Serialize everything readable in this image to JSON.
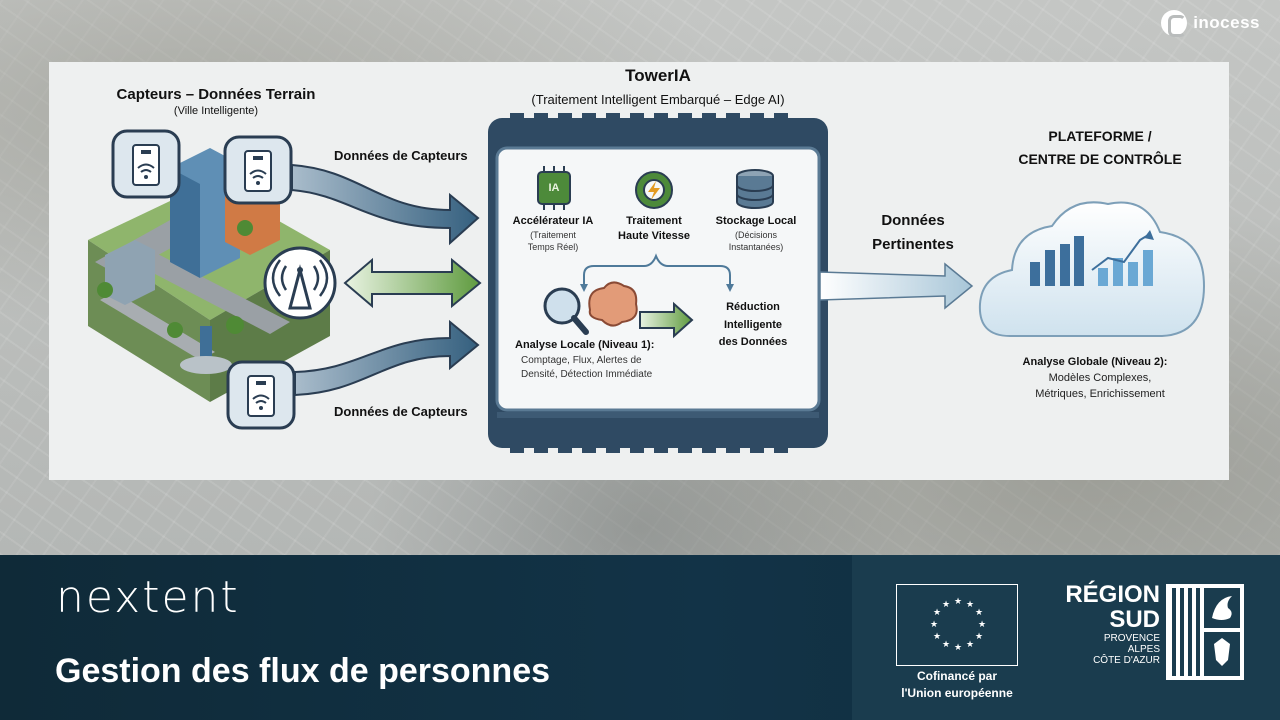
{
  "brand_top": "inocess",
  "diagram": {
    "sensors": {
      "title": "Capteurs – Données Terrain",
      "subtitle": "(Ville Intelligente)",
      "flow_label_top": "Données de Capteurs",
      "flow_label_bottom": "Données de Capteurs"
    },
    "tower": {
      "title": "TowerIA",
      "subtitle": "(Traitement Intelligent Embarqué – Edge AI)",
      "chip_label": "IA",
      "accelerator": {
        "title": "Accélérateur IA",
        "desc_line1": "(Traitement",
        "desc_line2": "Temps Réel)"
      },
      "processing": {
        "title_line1": "Traitement",
        "title_line2": "Haute Vitesse"
      },
      "storage": {
        "title": "Stockage Local",
        "desc_line1": "(Décisions",
        "desc_line2": "Instantanées)"
      },
      "local_analysis": {
        "title": "Analyse Locale (Niveau 1):",
        "desc_line1": "Comptage, Flux, Alertes de",
        "desc_line2": "Densité, Détection Immédiate"
      },
      "reduction": {
        "line1": "Réduction",
        "line2": "Intelligente",
        "line3": "des Données"
      }
    },
    "output_label": {
      "line1": "Données",
      "line2": "Pertinentes"
    },
    "platform": {
      "title_line1": "PLATEFORME /",
      "title_line2": "CENTRE DE CONTRÔLE",
      "analysis_title": "Analyse Globale (Niveau 2):",
      "analysis_line1": "Modèles Complexes,",
      "analysis_line2": "Métriques, Enrichissement"
    }
  },
  "footer": {
    "logo_text": "nextent",
    "title": "Gestion des flux de personnes",
    "eu_caption_line1": "Cofinancé par",
    "eu_caption_line2": "l'Union européenne",
    "region_title_line1": "RÉGION",
    "region_title_line2": "SUD",
    "region_sub_line1": "PROVENCE",
    "region_sub_line2": "ALPES",
    "region_sub_line3": "CÔTE D'AZUR"
  },
  "colors": {
    "flow_arrow": "#3f6a88",
    "bidirectional_arrow": "#6aaa4c",
    "footer_bg": "#123347",
    "tower_frame": "#2f4a63"
  }
}
